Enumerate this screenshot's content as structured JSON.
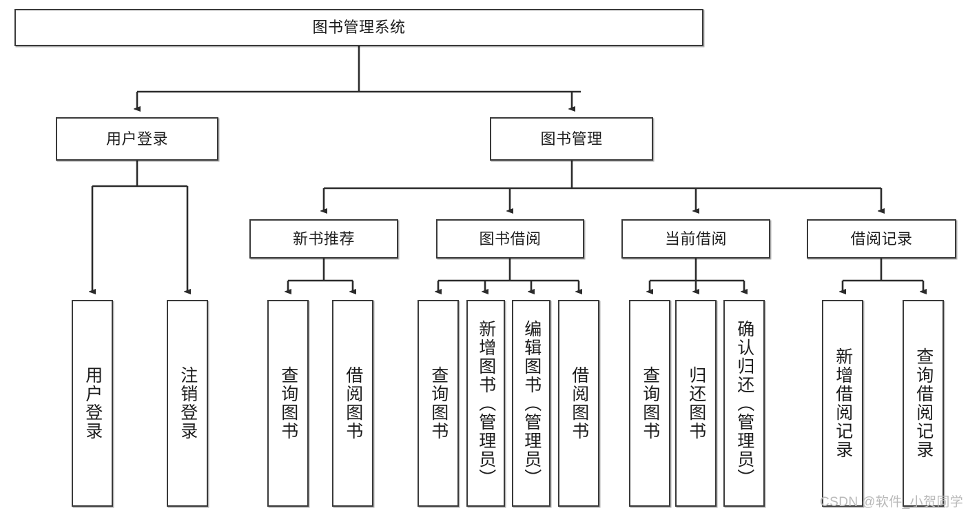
{
  "diagram": {
    "title": "图书管理系统",
    "type": "hierarchy-tree",
    "levels": {
      "root": {
        "label": "图书管理系统"
      },
      "level2": [
        {
          "id": "user-login",
          "label": "用户登录"
        },
        {
          "id": "book-management",
          "label": "图书管理"
        }
      ],
      "level3": [
        {
          "id": "new-book-recommend",
          "label": "新书推荐",
          "parent": "book-management"
        },
        {
          "id": "book-borrow",
          "label": "图书借阅",
          "parent": "book-management"
        },
        {
          "id": "current-borrow",
          "label": "当前借阅",
          "parent": "book-management"
        },
        {
          "id": "borrow-record",
          "label": "借阅记录",
          "parent": "book-management"
        }
      ],
      "leaves": [
        {
          "id": "leaf-user-login",
          "label": "用户登录",
          "parent": "user-login"
        },
        {
          "id": "leaf-logout-login",
          "label": "注销登录",
          "parent": "user-login"
        },
        {
          "id": "leaf-query-book-1",
          "label": "查询图书",
          "parent": "new-book-recommend"
        },
        {
          "id": "leaf-borrow-book-1",
          "label": "借阅图书",
          "parent": "new-book-recommend"
        },
        {
          "id": "leaf-query-book-2",
          "label": "查询图书",
          "parent": "book-borrow"
        },
        {
          "id": "leaf-add-book",
          "label": "新增图书（管理员）",
          "parent": "book-borrow"
        },
        {
          "id": "leaf-edit-book",
          "label": "编辑图书（管理员）",
          "parent": "book-borrow"
        },
        {
          "id": "leaf-borrow-book-2",
          "label": "借阅图书",
          "parent": "book-borrow"
        },
        {
          "id": "leaf-query-book-3",
          "label": "查询图书",
          "parent": "current-borrow"
        },
        {
          "id": "leaf-return-book",
          "label": "归还图书",
          "parent": "current-borrow"
        },
        {
          "id": "leaf-confirm-return",
          "label": "确认归还（管理员）",
          "parent": "current-borrow"
        },
        {
          "id": "leaf-add-borrow-record",
          "label": "新增借阅记录",
          "parent": "borrow-record"
        },
        {
          "id": "leaf-query-borrow-record",
          "label": "查询借阅记录",
          "parent": "borrow-record"
        }
      ]
    },
    "colors": {
      "box_border": "#3a3a3a",
      "box_fill": "#ffffff",
      "edge": "#2b2b2b",
      "text": "#1c1c1c",
      "watermark": "#b9b9b9"
    }
  },
  "watermark": {
    "text": "CSDN @软件_小贺同学"
  }
}
